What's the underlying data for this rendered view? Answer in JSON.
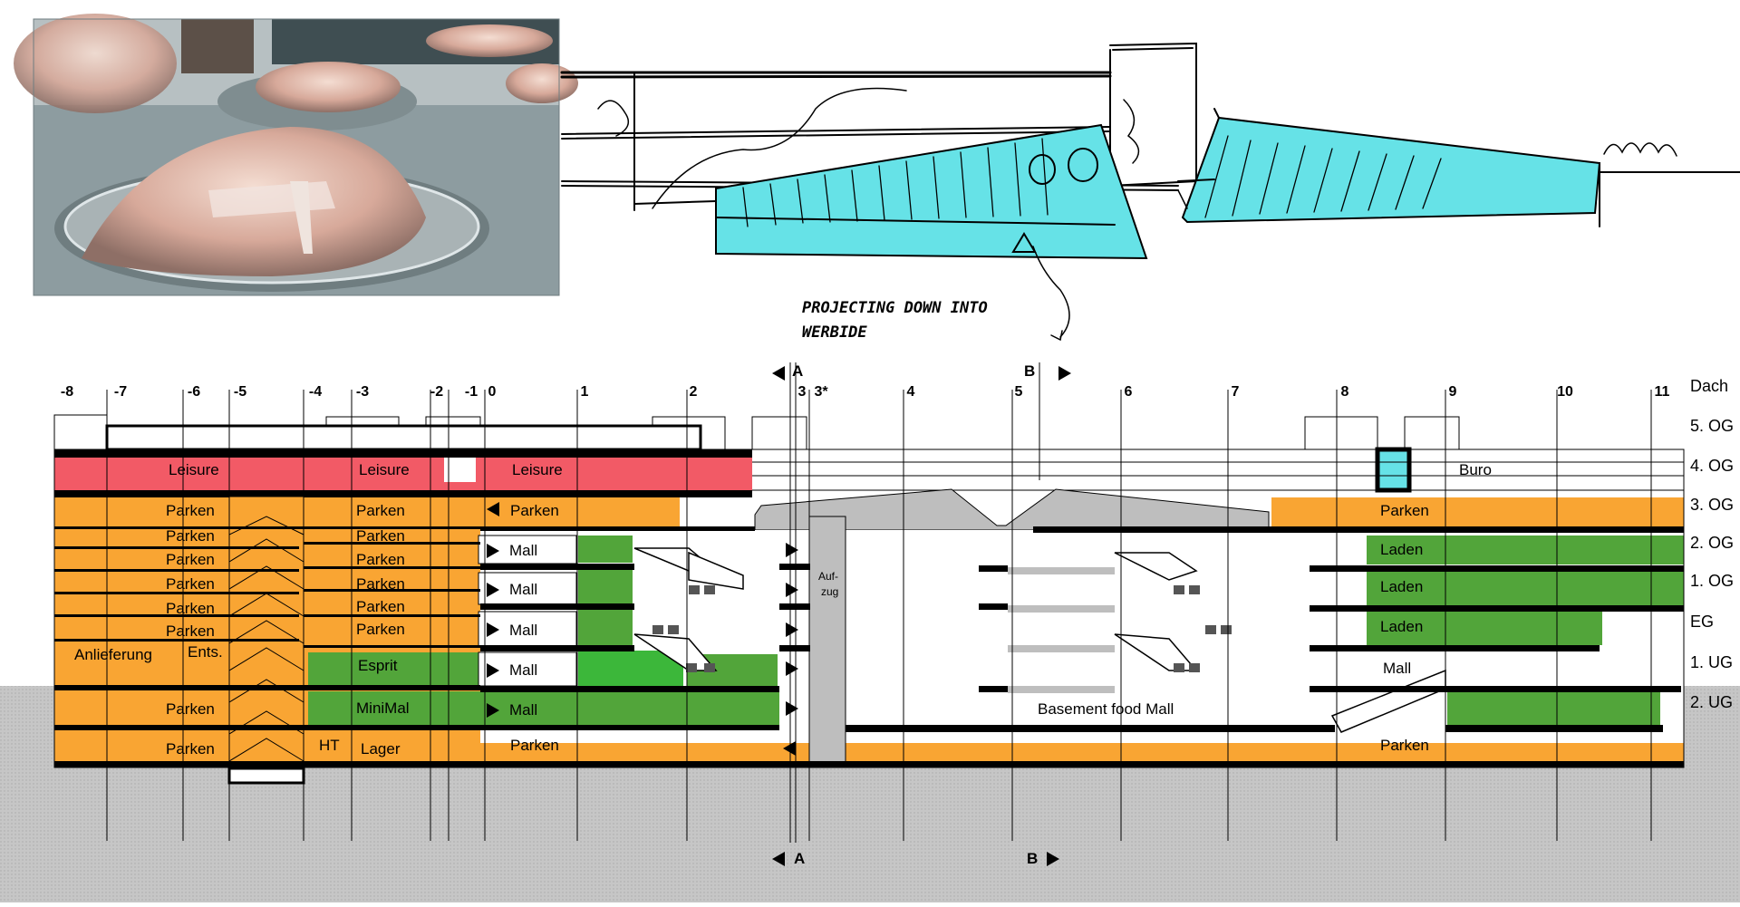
{
  "note": {
    "line1": "PROJECTING DOWN INTO",
    "line2": "WERBIDE"
  },
  "grid_labels": [
    "-8",
    "-7",
    "-6",
    "-5",
    "-4",
    "-3",
    "-2",
    "-1",
    "0",
    "1",
    "2",
    "3",
    "3*",
    "4",
    "5",
    "6",
    "7",
    "8",
    "9",
    "10",
    "11"
  ],
  "section_marks": {
    "a_top": "A",
    "b_top": "B",
    "a_bottom": "A",
    "b_bottom": "B"
  },
  "levels": [
    "Dach",
    "5. OG",
    "4. OG",
    "3. OG",
    "2. OG",
    "1. OG",
    "EG",
    "1. UG",
    "2. UG"
  ],
  "labels": {
    "leisure_1": "Leisure",
    "leisure_2": "Leisure",
    "leisure_3": "Leisure",
    "buro": "Buro",
    "parken_l1": "Parken",
    "parken_l2": "Parken",
    "parken_l3": "Parken",
    "parken_l4": "Parken",
    "parken_l5": "Parken",
    "parken_l6": "Parken",
    "parken_l7": "Parken",
    "parken_l8": "Parken",
    "parken_m1": "Parken",
    "parken_m2": "Parken",
    "parken_m3": "Parken",
    "parken_m4": "Parken",
    "parken_m5": "Parken",
    "parken_m6": "Parken",
    "parken_c": "Parken",
    "parken_r3": "Parken",
    "parken_bot_c": "Parken",
    "parken_bot_r": "Parken",
    "anlieferung": "Anlieferung",
    "ents": "Ents.",
    "esprit": "Esprit",
    "minimal": "MiniMal",
    "ht": "HT",
    "lager": "Lager",
    "mall_1": "Mall",
    "mall_2": "Mall",
    "mall_3": "Mall",
    "mall_4": "Mall",
    "mall_5": "Mall",
    "mall_r": "Mall",
    "aufzug_1": "Auf-",
    "aufzug_2": "zug",
    "laden_1": "Laden",
    "laden_2": "Laden",
    "laden_3": "Laden",
    "basement": "Basement food Mall"
  },
  "colors": {
    "orange": "#F9A533",
    "red": "#F25A66",
    "green": "#52A53A",
    "cyan": "#66E2E7",
    "ground": "#C6C6C6",
    "grey": "#BEBEBE",
    "black": "#000000"
  }
}
